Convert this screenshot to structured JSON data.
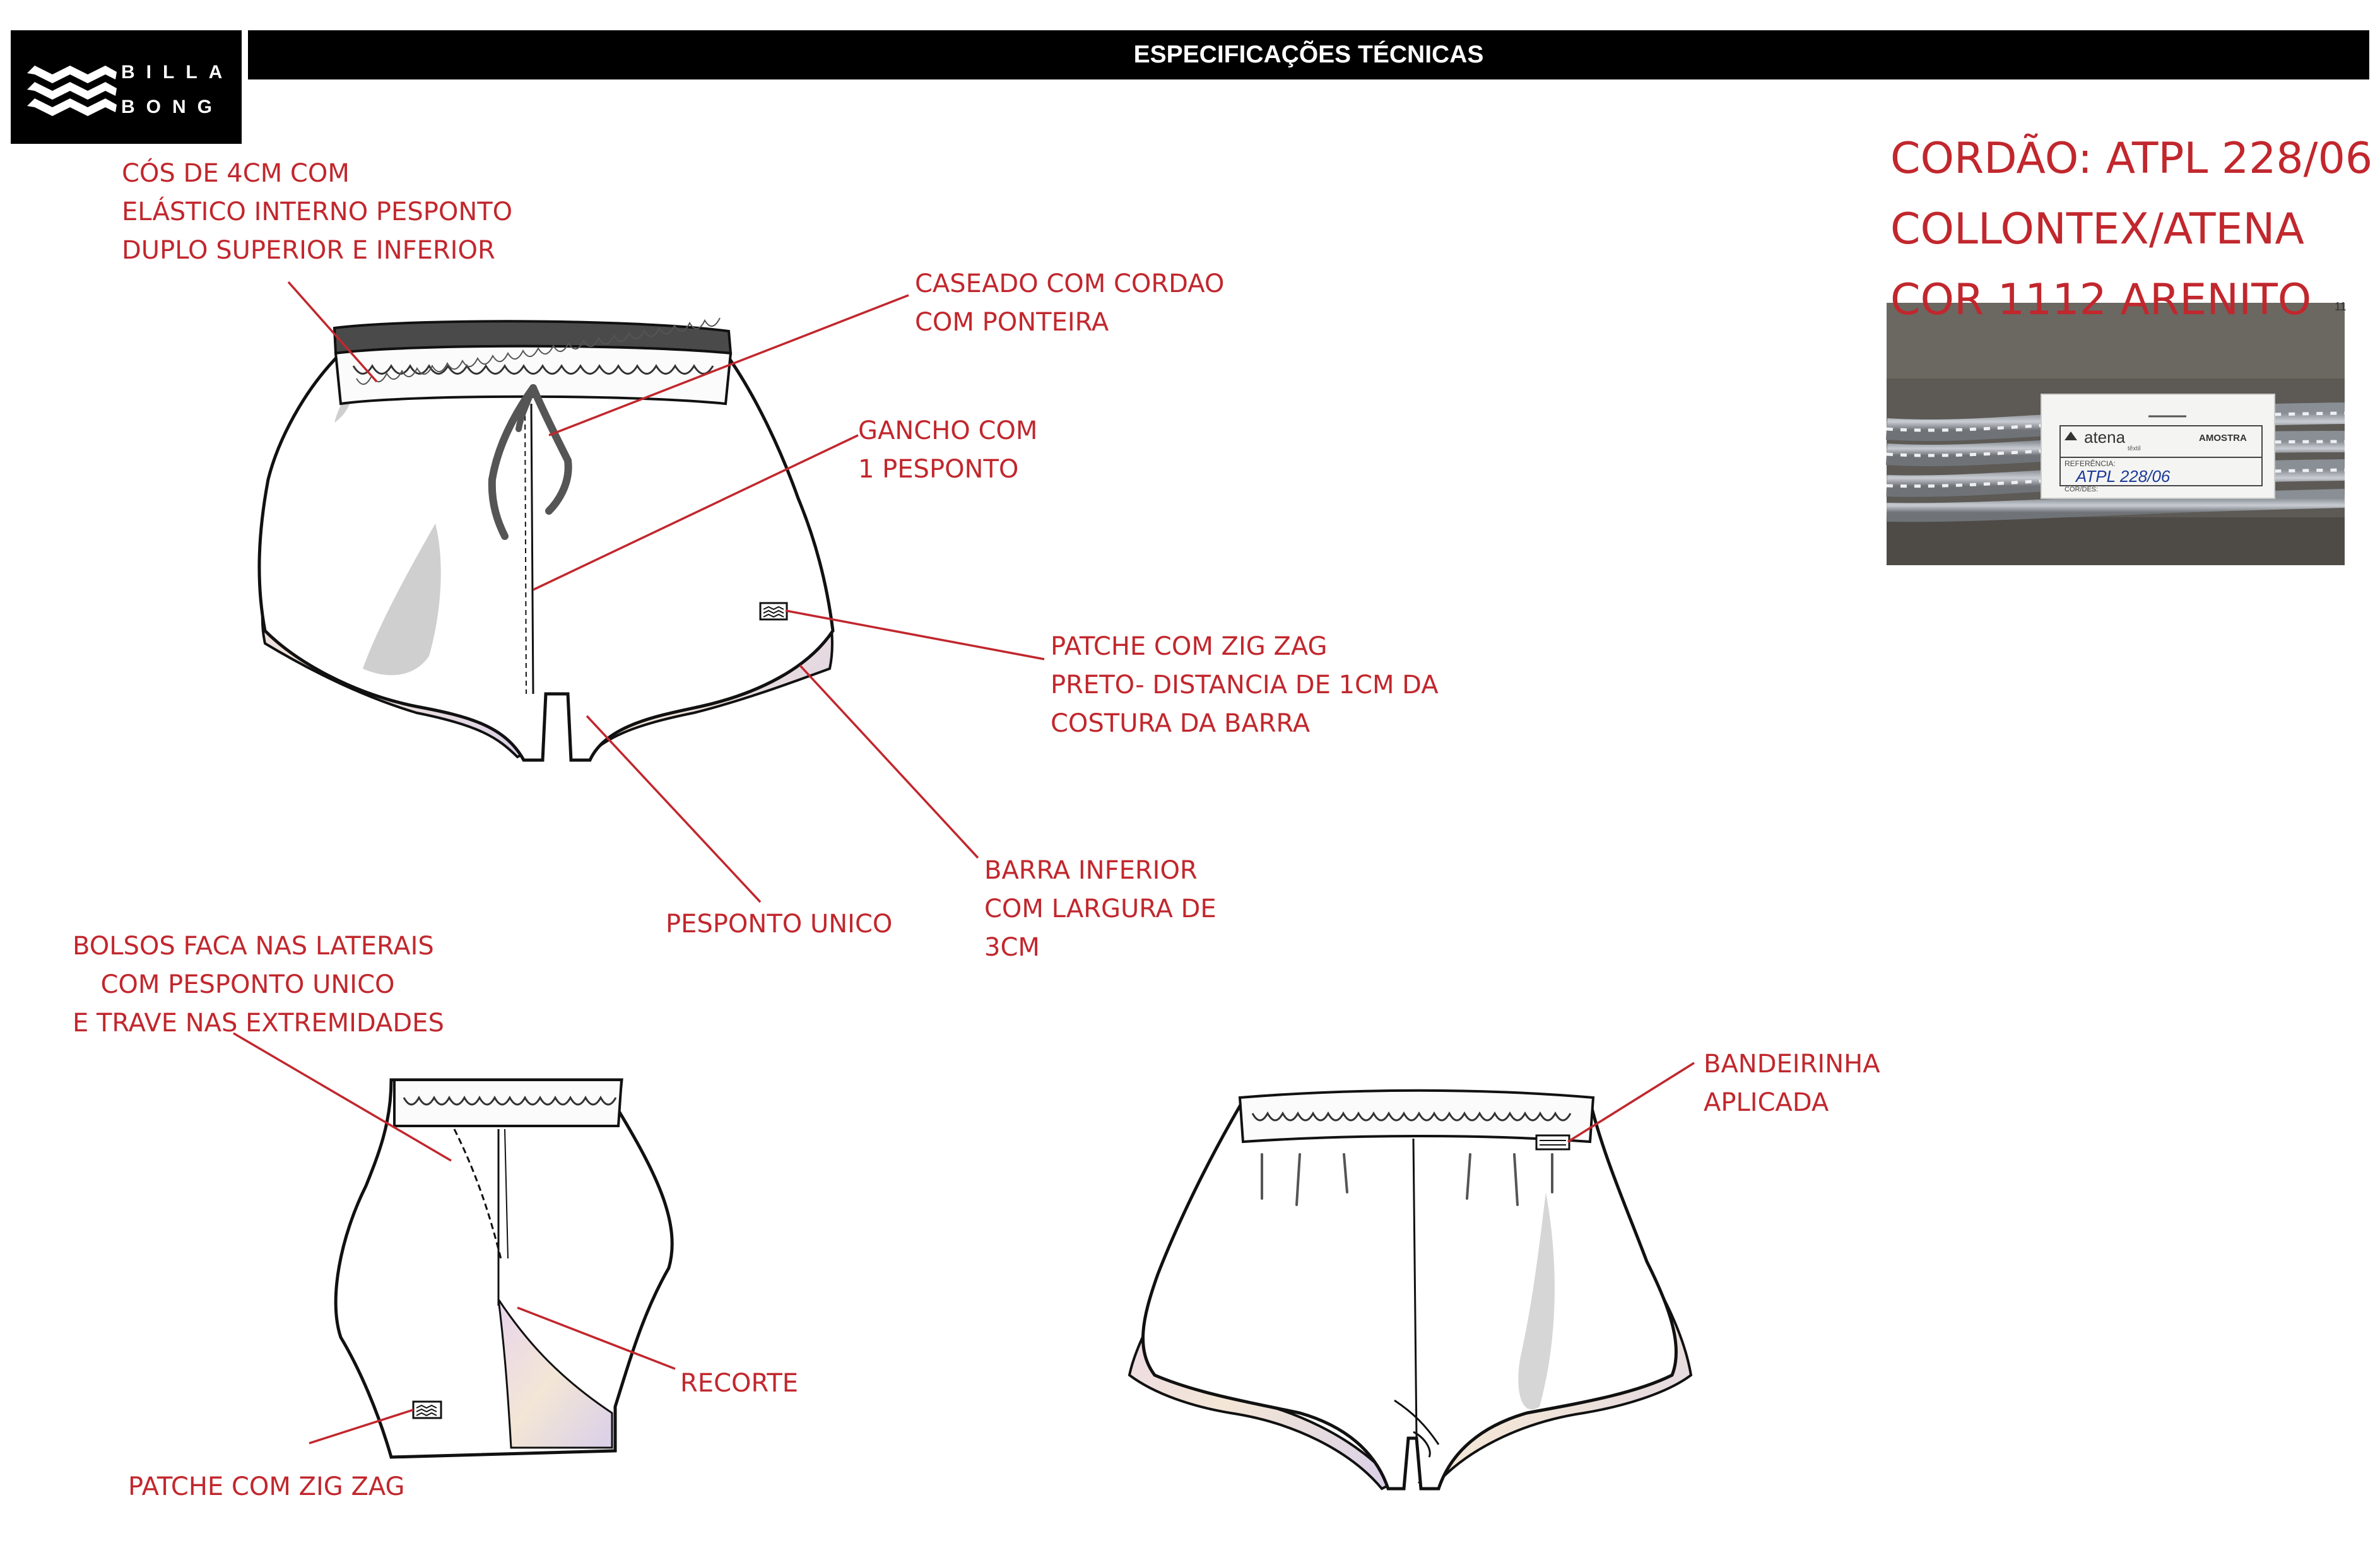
{
  "brand": {
    "line1": "BILLA",
    "line2": "BONG"
  },
  "header": {
    "title": "ESPECIFICAÇÕES TÉCNICAS"
  },
  "cord_spec": {
    "line1": "CORDÃO: ATPL 228/06",
    "line2": "COLLONTEX/ATENA",
    "line3": "COR 1112 ARENITO"
  },
  "photo": {
    "tag_brand": "atena",
    "tag_brand_sub": "têxtil",
    "tag_sample": "AMOSTRA",
    "tag_ref_label": "REFERÊNCIA:",
    "tag_ref_value": "ATPL 228/06",
    "tag_color_label": "COR/DES:",
    "ruler_mark": "11"
  },
  "annotations": {
    "waistband": [
      "CÓS DE 4CM COM",
      "ELÁSTICO INTERNO PESPONTO",
      "DUPLO SUPERIOR E INFERIOR"
    ],
    "buttonhole": [
      "CASEADO COM CORDAO",
      "COM PONTEIRA"
    ],
    "crotch": [
      "GANCHO COM",
      "1 PESPONTO"
    ],
    "patch_front": [
      "PATCHE COM ZIG ZAG",
      "PRETO- DISTANCIA DE 1CM DA",
      "COSTURA DA BARRA"
    ],
    "hem": [
      "BARRA INFERIOR",
      "COM LARGURA DE",
      "3CM"
    ],
    "single_stitch": [
      "PESPONTO UNICO"
    ],
    "pockets": [
      "BOLSOS FACA NAS LATERAIS",
      "COM PESPONTO UNICO",
      "E TRAVE NAS EXTREMIDADES"
    ],
    "cutout": [
      "RECORTE"
    ],
    "patch_side": [
      "PATCHE COM ZIG ZAG"
    ],
    "flag_label": [
      "BANDEIRINHA",
      "APLICADA"
    ]
  },
  "colors": {
    "annotation": "#c1272d",
    "header_bg": "#000000",
    "header_text": "#ffffff"
  }
}
